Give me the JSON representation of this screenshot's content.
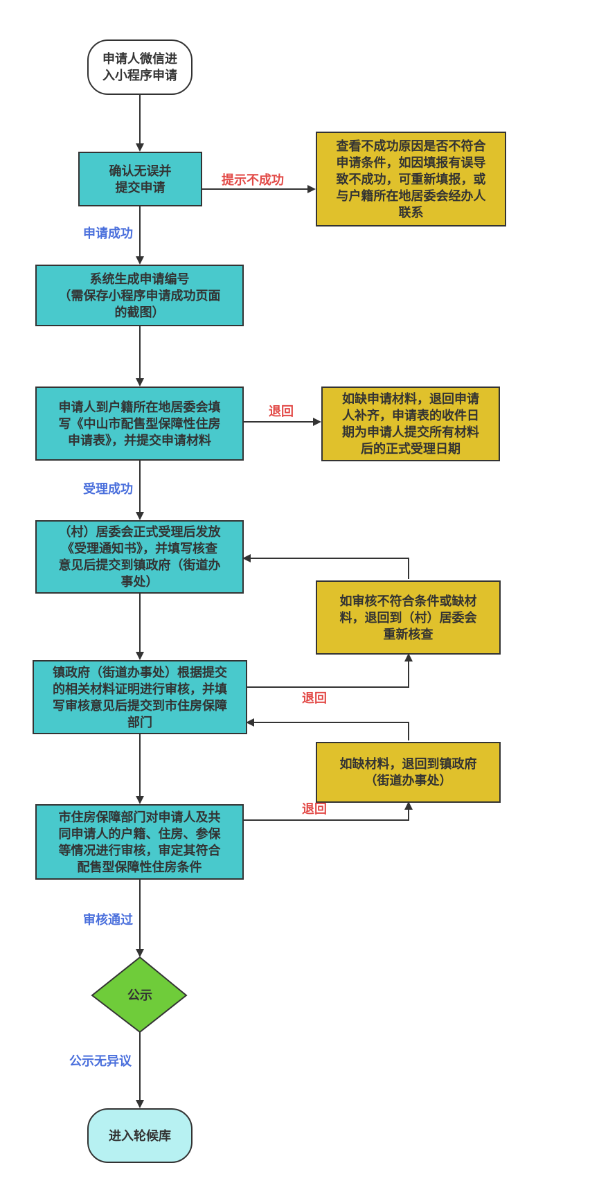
{
  "nodes": {
    "start": "申请人微信进\n入小程序申请",
    "confirm": "确认无误并\n提交申请",
    "fail_note": "查看不成功原因是否不符合\n申请条件，如因填报有误导\n致不成功，可重新填报，或\n与户籍所在地居委会经办人\n联系",
    "gen_number": "系统生成申请编号\n（需保存小程序申请成功页面\n的截图）",
    "submit_form": "申请人到户籍所在地居委会填\n写《中山市配售型保障性住房\n申请表》，并提交申请材料",
    "missing_materials": "如缺申请材料，退回申请\n人补齐，申请表的收件日\n期为申请人提交所有材料\n后的正式受理日期",
    "committee": "（村）居委会正式受理后发放\n《受理通知书》，并填写核查\n意见后提交到镇政府（街道办\n事处）",
    "committee_return": "如审核不符合条件或缺材\n料，退回到（村）居委会\n重新核查",
    "town": "镇政府（街道办事处）根据提交\n的相关材料证明进行审核，并填\n写审核意见后提交到市住房保障\n部门",
    "town_return": "如缺材料，退回到镇政府\n（街道办事处）",
    "city": "市住房保障部门对申请人及共\n同申请人的户籍、住房、参保\n等情况进行审核，审定其符合\n配售型保障性住房条件",
    "publicity": "公示",
    "end": "进入轮候库"
  },
  "edge_labels": {
    "prompt_fail": "提示不成功",
    "apply_success": "申请成功",
    "return_1": "退回",
    "accept_success": "受理成功",
    "return_2": "退回",
    "return_3": "退回",
    "review_pass": "审核通过",
    "no_objection": "公示无异议"
  },
  "colors": {
    "process": "#49c9cc",
    "note": "#e0c12c",
    "decision": "#6fcc3a",
    "terminal_end": "#b7f1f2",
    "success_label": "#4a6fdc",
    "return_label": "#e24a47",
    "line": "#333333"
  }
}
